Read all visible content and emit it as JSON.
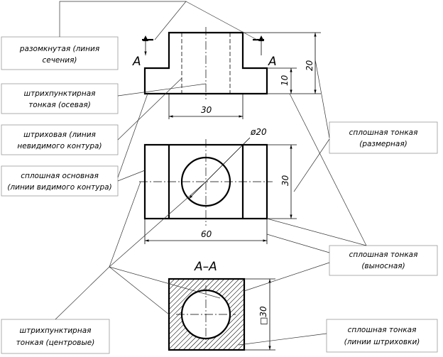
{
  "labels": {
    "razomknutaya_1": "разомкнутая (линия",
    "razomknutaya_2": "сечения)",
    "axis_1": "штрихпунктирная",
    "axis_2": "тонкая (осевая)",
    "hidden_1": "штриховая (линия",
    "hidden_2": "невидимого контура)",
    "visible_1": "сплошная основная",
    "visible_2": "(линии видимого контура)",
    "center_1": "штрихпунктирная",
    "center_2": "тонкая (центровые)",
    "dimension_1": "сплошная тонкая",
    "dimension_2": "(размерная)",
    "extension_1": "сплошная тонкая",
    "extension_2": "(выносная)",
    "hatching_1": "сплошная тонкая",
    "hatching_2": "(линии штриховки)"
  },
  "dimensions": {
    "d20": "20",
    "d10": "10",
    "d30_front": "30",
    "phi20": "ø20",
    "d30_top": "30",
    "d60": "60",
    "sq30": "□30"
  },
  "section": {
    "arrow_left": "А",
    "arrow_right": "А",
    "title": "А–А"
  }
}
